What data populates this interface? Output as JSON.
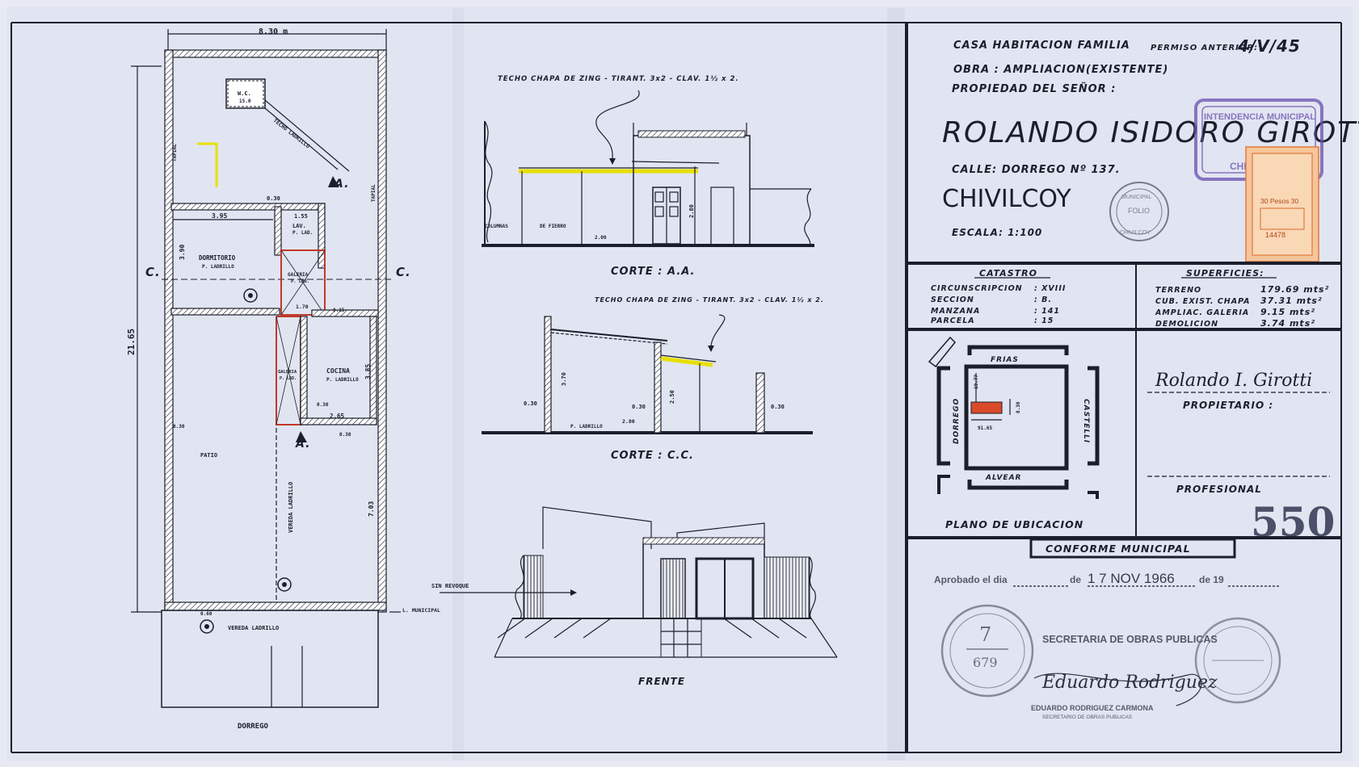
{
  "title_block": {
    "line1": "CASA HABITACION FAMILIA",
    "permiso_label": "PERMISO ANTERIOR:",
    "permiso_value": "4/V/45",
    "obra": "OBRA : AMPLIACION(EXISTENTE)",
    "propiedad": "PROPIEDAD DEL SEÑOR :",
    "owner": "ROLANDO ISIDORO GIROTTI",
    "calle": "CALLE: DORREGO Nº 137.",
    "city": "CHIVILCOY",
    "escala": "ESCALA: 1:100",
    "stamp_purple": [
      "INTENDENCIA MUNICIPAL",
      "CHIVILCOY"
    ],
    "stamp_folio": [
      "MUNICIPAL",
      "FOLIO",
      "CHIVILCOY"
    ],
    "revenue_stamp": [
      "30 Pesos 30",
      "14478"
    ]
  },
  "catastro": {
    "heading": "CATASTRO",
    "rows": [
      {
        "label": "CIRCUNSCRIPCION",
        "value": ": XVIII"
      },
      {
        "label": "SECCION",
        "value": ": B."
      },
      {
        "label": "MANZANA",
        "value": ": 141"
      },
      {
        "label": "PARCELA",
        "value": ": 15"
      }
    ]
  },
  "superficies": {
    "heading": "SUPERFICIES:",
    "rows": [
      {
        "label": "TERRENO",
        "value": "179.69 mts²"
      },
      {
        "label": "CUB. EXIST. CHAPA",
        "value": "37.31 mts²"
      },
      {
        "label": "AMPLIAC. GALERIA",
        "value": "9.15 mts²"
      },
      {
        "label": "DEMOLICION",
        "value": "3.74 mts²"
      }
    ]
  },
  "ubicacion": {
    "title": "PLANO DE UBICACION",
    "streets": {
      "top": "FRIAS",
      "bottom": "ALVEAR",
      "left": "DORREGO",
      "right": "CASTELLI"
    },
    "dims": [
      "19.77",
      "91.65",
      "8.30"
    ]
  },
  "signatures": {
    "owner_sign": "Rolando I. Girotti",
    "propietario": "PROPIETARIO :",
    "profesional": "PROFESIONAL",
    "number": "550"
  },
  "conforme": {
    "heading": "CONFORME MUNICIPAL",
    "aprobado": "Aprobado el dia",
    "de": "de",
    "date": "1 7 NOV 1966",
    "de19": "de 19",
    "stamp_left": [
      "7",
      "679"
    ],
    "secretaria": "SECRETARIA DE OBRAS PUBLICAS",
    "official_sign": "Eduardo Rodriguez",
    "official_name": "EDUARDO RODRIGUEZ CARMONA",
    "official_title": "SECRETARIO DE OBRAS PUBLICAS"
  },
  "plan": {
    "width_dim": "8.30 m",
    "length_dim": "21.65",
    "section_c": "C.",
    "section_a": "A.",
    "rooms": [
      {
        "name": "W.C.",
        "sub": "15.0"
      },
      {
        "name": "DORMITORIO",
        "sub": "P. LADRILLO"
      },
      {
        "name": "LAV.",
        "sub": "P. LAD."
      },
      {
        "name": "GALERIA",
        "sub": "P. LAD."
      },
      {
        "name": "COCINA",
        "sub": "P. LADRILLO"
      },
      {
        "name": "GALERIA",
        "sub": "P. LAD."
      },
      {
        "name": "PATIO",
        "sub": ""
      }
    ],
    "dims": [
      "3.95",
      "3.90",
      "1.55",
      "1.70",
      "2.65",
      "3.85",
      "7.03",
      "0.30",
      "0.15",
      "0.30",
      "0.30",
      "0.30",
      "0.60"
    ],
    "labels": {
      "vereda_lad": "VEREDA LADRILLO",
      "vereda": "VEREDA LADRILLO",
      "street": "DORREGO",
      "l_municipal": "L. MUNICIPAL",
      "medianera_l": "TAPIAL",
      "medianera_r": "TAPIAL",
      "techo_diag": "TECHO LADRILLO"
    }
  },
  "corte_aa": {
    "title": "CORTE : A.A.",
    "note": "TECHO CHAPA DE ZING - TIRANT. 3x2 - CLAV. 1½ x 2.",
    "labels": [
      "COLUMNAS",
      "DE FIERRO",
      "2.00",
      "2.80"
    ]
  },
  "corte_cc": {
    "title": "CORTE : C.C.",
    "note": "TECHO CHAPA DE ZING - TIRANT. 3x2 - CLAV. 1½ x 2.",
    "labels": [
      "0.30",
      "3.70",
      "P. LADRILLO",
      "2.80",
      "0.30",
      "2.50",
      "0.30"
    ]
  },
  "frente": {
    "title": "FRENTE",
    "note": "SIN REVOQUE"
  }
}
